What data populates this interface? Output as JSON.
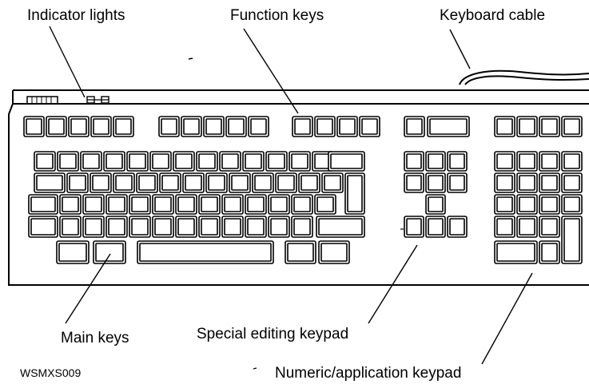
{
  "labels": {
    "indicator_lights": "Indicator lights",
    "function_keys": "Function keys",
    "keyboard_cable": "Keyboard cable",
    "main_keys": "Main keys",
    "special_editing_keypad": "Special editing keypad",
    "numeric_keypad": "Numeric/application keypad",
    "figure_id": "WSMXS009"
  },
  "colors": {
    "ink": "#000000",
    "paper": "#ffffff"
  }
}
